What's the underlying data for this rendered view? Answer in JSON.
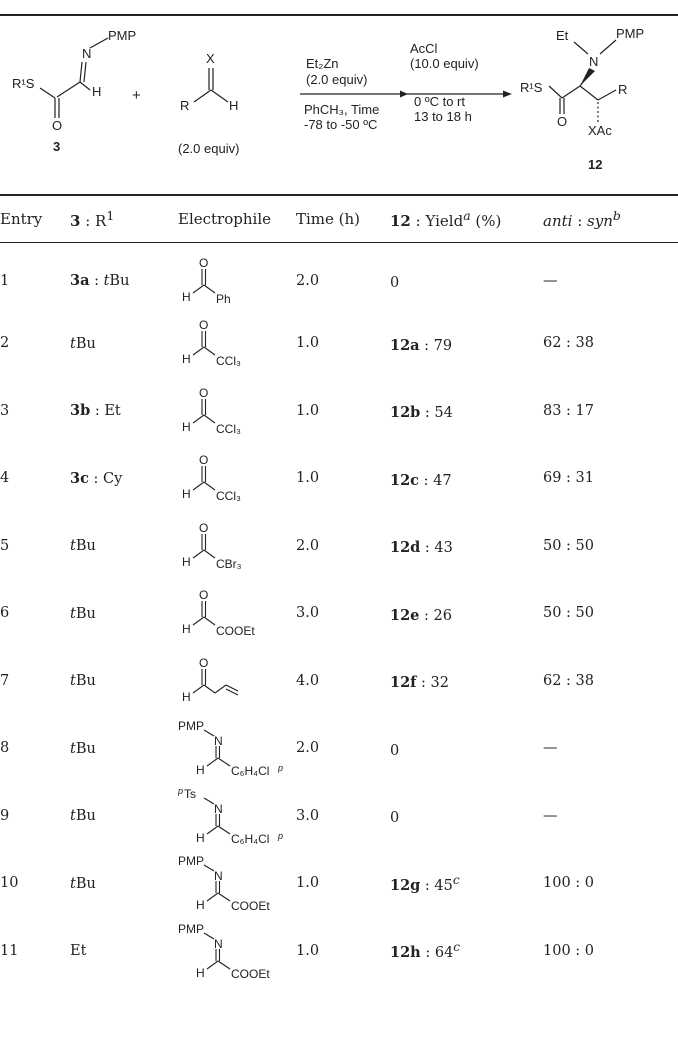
{
  "scheme": {
    "reactant_r1s": "R¹S",
    "reactant_pmp": "PMP",
    "reactant_n": "N",
    "reactant_h": "H",
    "reactant_o": "O",
    "reactant_id": "3",
    "plus": "+",
    "aldehyde_x": "X",
    "aldehyde_r": "R",
    "aldehyde_h": "H",
    "aldehyde_equiv": "(2.0 equiv)",
    "step1_reagent": "Et₂Zn",
    "step1_equiv": "(2.0 equiv)",
    "step1_solvent": "PhCH₃, Time",
    "step1_temp": "-78 to -50 ºC",
    "step2_reagent": "AcCl",
    "step2_equiv": "(10.0 equiv)",
    "step2_temp": "0 ºC to rt",
    "step2_time": "13 to 18 h",
    "product_et": "Et",
    "product_pmp": "PMP",
    "product_n": "N",
    "product_r1s": "R¹S",
    "product_r": "R",
    "product_o": "O",
    "product_xac": "XAc",
    "product_id": "12"
  },
  "table": {
    "headers": {
      "entry": "Entry",
      "sub_id": "3",
      "sub_sep": " : R",
      "sub_sup": "1",
      "electrophile": "Electrophile",
      "time": "Time (h)",
      "yield_id": "12",
      "yield_text": " : Yield",
      "yield_sup": "a",
      "yield_unit": " (%)",
      "ratio_anti": "anti",
      "ratio_sep": " : ",
      "ratio_syn": "syn",
      "ratio_sup": "b"
    },
    "rows": [
      {
        "entry": "1",
        "sub_bold": "3a",
        "sub_rest": " : ",
        "sub_italic": "t",
        "sub_tail": "Bu",
        "elec_x": "O",
        "elec_h": "H",
        "elec_sub": "Ph",
        "time": "2.0",
        "y_bold": "",
        "y_rest": "0",
        "y_sup": "",
        "ratio": "—"
      },
      {
        "entry": "2",
        "sub_bold": "",
        "sub_rest": "",
        "sub_italic": "t",
        "sub_tail": "Bu",
        "elec_x": "O",
        "elec_h": "H",
        "elec_sub": "CCl₃",
        "time": "1.0",
        "y_bold": "12a",
        "y_rest": " : 79",
        "y_sup": "",
        "ratio": "62 : 38"
      },
      {
        "entry": "3",
        "sub_bold": "3b",
        "sub_rest": " : Et",
        "sub_italic": "",
        "sub_tail": "",
        "elec_x": "O",
        "elec_h": "H",
        "elec_sub": "CCl₃",
        "time": "1.0",
        "y_bold": "12b",
        "y_rest": " : 54",
        "y_sup": "",
        "ratio": "83 : 17"
      },
      {
        "entry": "4",
        "sub_bold": "3c",
        "sub_rest": " : Cy",
        "sub_italic": "",
        "sub_tail": "",
        "elec_x": "O",
        "elec_h": "H",
        "elec_sub": "CCl₃",
        "time": "1.0",
        "y_bold": "12c",
        "y_rest": " : 47",
        "y_sup": "",
        "ratio": "69 : 31"
      },
      {
        "entry": "5",
        "sub_bold": "",
        "sub_rest": "",
        "sub_italic": "t",
        "sub_tail": "Bu",
        "elec_x": "O",
        "elec_h": "H",
        "elec_sub": "CBr₃",
        "time": "2.0",
        "y_bold": "12d",
        "y_rest": " : 43",
        "y_sup": "",
        "ratio": "50 : 50"
      },
      {
        "entry": "6",
        "sub_bold": "",
        "sub_rest": "",
        "sub_italic": "t",
        "sub_tail": "Bu",
        "elec_x": "O",
        "elec_h": "H",
        "elec_sub": "COOEt",
        "time": "3.0",
        "y_bold": "12e",
        "y_rest": " : 26",
        "y_sup": "",
        "ratio": "50 : 50"
      },
      {
        "entry": "7",
        "sub_bold": "",
        "sub_rest": "",
        "sub_italic": "t",
        "sub_tail": "Bu",
        "elec_x": "O",
        "elec_h": "H",
        "elec_sub": "",
        "time": "4.0",
        "y_bold": "12f",
        "y_rest": " : 32",
        "y_sup": "",
        "ratio": "62 : 38"
      },
      {
        "entry": "8",
        "sub_bold": "",
        "sub_rest": "",
        "sub_italic": "t",
        "sub_tail": "Bu",
        "elec_x": "PMP",
        "elec_n": "N",
        "elec_h": "H",
        "elec_sub": "C₆H₄Cl",
        "elec_p": "p",
        "time": "2.0",
        "y_bold": "",
        "y_rest": "0",
        "y_sup": "",
        "ratio": "—"
      },
      {
        "entry": "9",
        "sub_bold": "",
        "sub_rest": "",
        "sub_italic": "t",
        "sub_tail": "Bu",
        "elec_xp": "p",
        "elec_x": "Ts",
        "elec_n": "N",
        "elec_h": "H",
        "elec_sub": "C₆H₄Cl",
        "elec_p": "p",
        "time": "3.0",
        "y_bold": "",
        "y_rest": "0",
        "y_sup": "",
        "ratio": "—"
      },
      {
        "entry": "10",
        "sub_bold": "",
        "sub_rest": "",
        "sub_italic": "t",
        "sub_tail": "Bu",
        "elec_x": "PMP",
        "elec_n": "N",
        "elec_h": "H",
        "elec_sub": "COOEt",
        "time": "1.0",
        "y_bold": "12g",
        "y_rest": " : 45",
        "y_sup": "c",
        "ratio": "100 : 0"
      },
      {
        "entry": "11",
        "sub_bold": "",
        "sub_rest": "Et",
        "sub_italic": "",
        "sub_tail": "",
        "elec_x": "PMP",
        "elec_n": "N",
        "elec_h": "H",
        "elec_sub": "COOEt",
        "time": "1.0",
        "y_bold": "12h",
        "y_rest": " : 64",
        "y_sup": "c",
        "ratio": "100 : 0"
      }
    ]
  }
}
